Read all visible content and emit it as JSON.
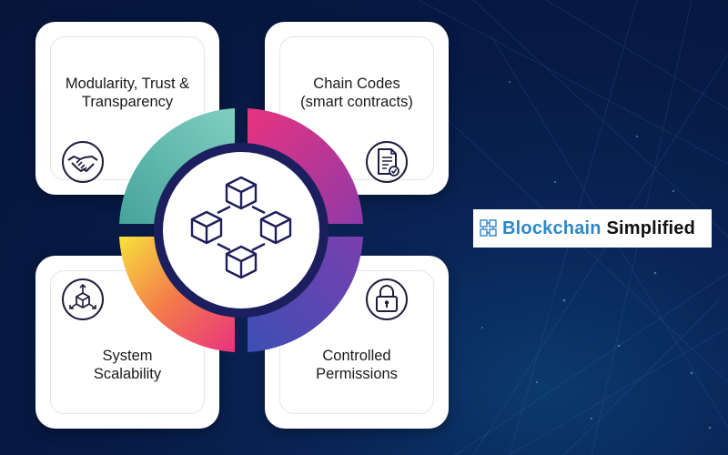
{
  "cards": {
    "top_left": {
      "title": "Modularity, Trust  &\nTransparency",
      "icon": "handshake-icon"
    },
    "top_right": {
      "title": "Chain Codes\n(smart contracts)",
      "icon": "contract-document-icon"
    },
    "bottom_left": {
      "title": "System\nScalability",
      "icon": "scalable-cube-icon"
    },
    "bottom_right": {
      "title": "Controlled\nPermissions",
      "icon": "padlock-icon"
    }
  },
  "hub": {
    "icon": "blockchain-network-icon",
    "segment_colors": {
      "top_left": [
        "#5fc0b0",
        "#46a39a"
      ],
      "top_right": [
        "#e8337f",
        "#9a3aa6"
      ],
      "bottom_left": [
        "#f7e23c",
        "#e8337f"
      ],
      "bottom_right": [
        "#8a3fb0",
        "#3c4fb3"
      ]
    }
  },
  "brand": {
    "word1": "Blockchain",
    "word2": "Simplified",
    "colors": {
      "word1": "#2e87c9",
      "word2": "#111111"
    }
  },
  "colors": {
    "background": "#071a45",
    "hub_ring": "#1c1f5e"
  }
}
